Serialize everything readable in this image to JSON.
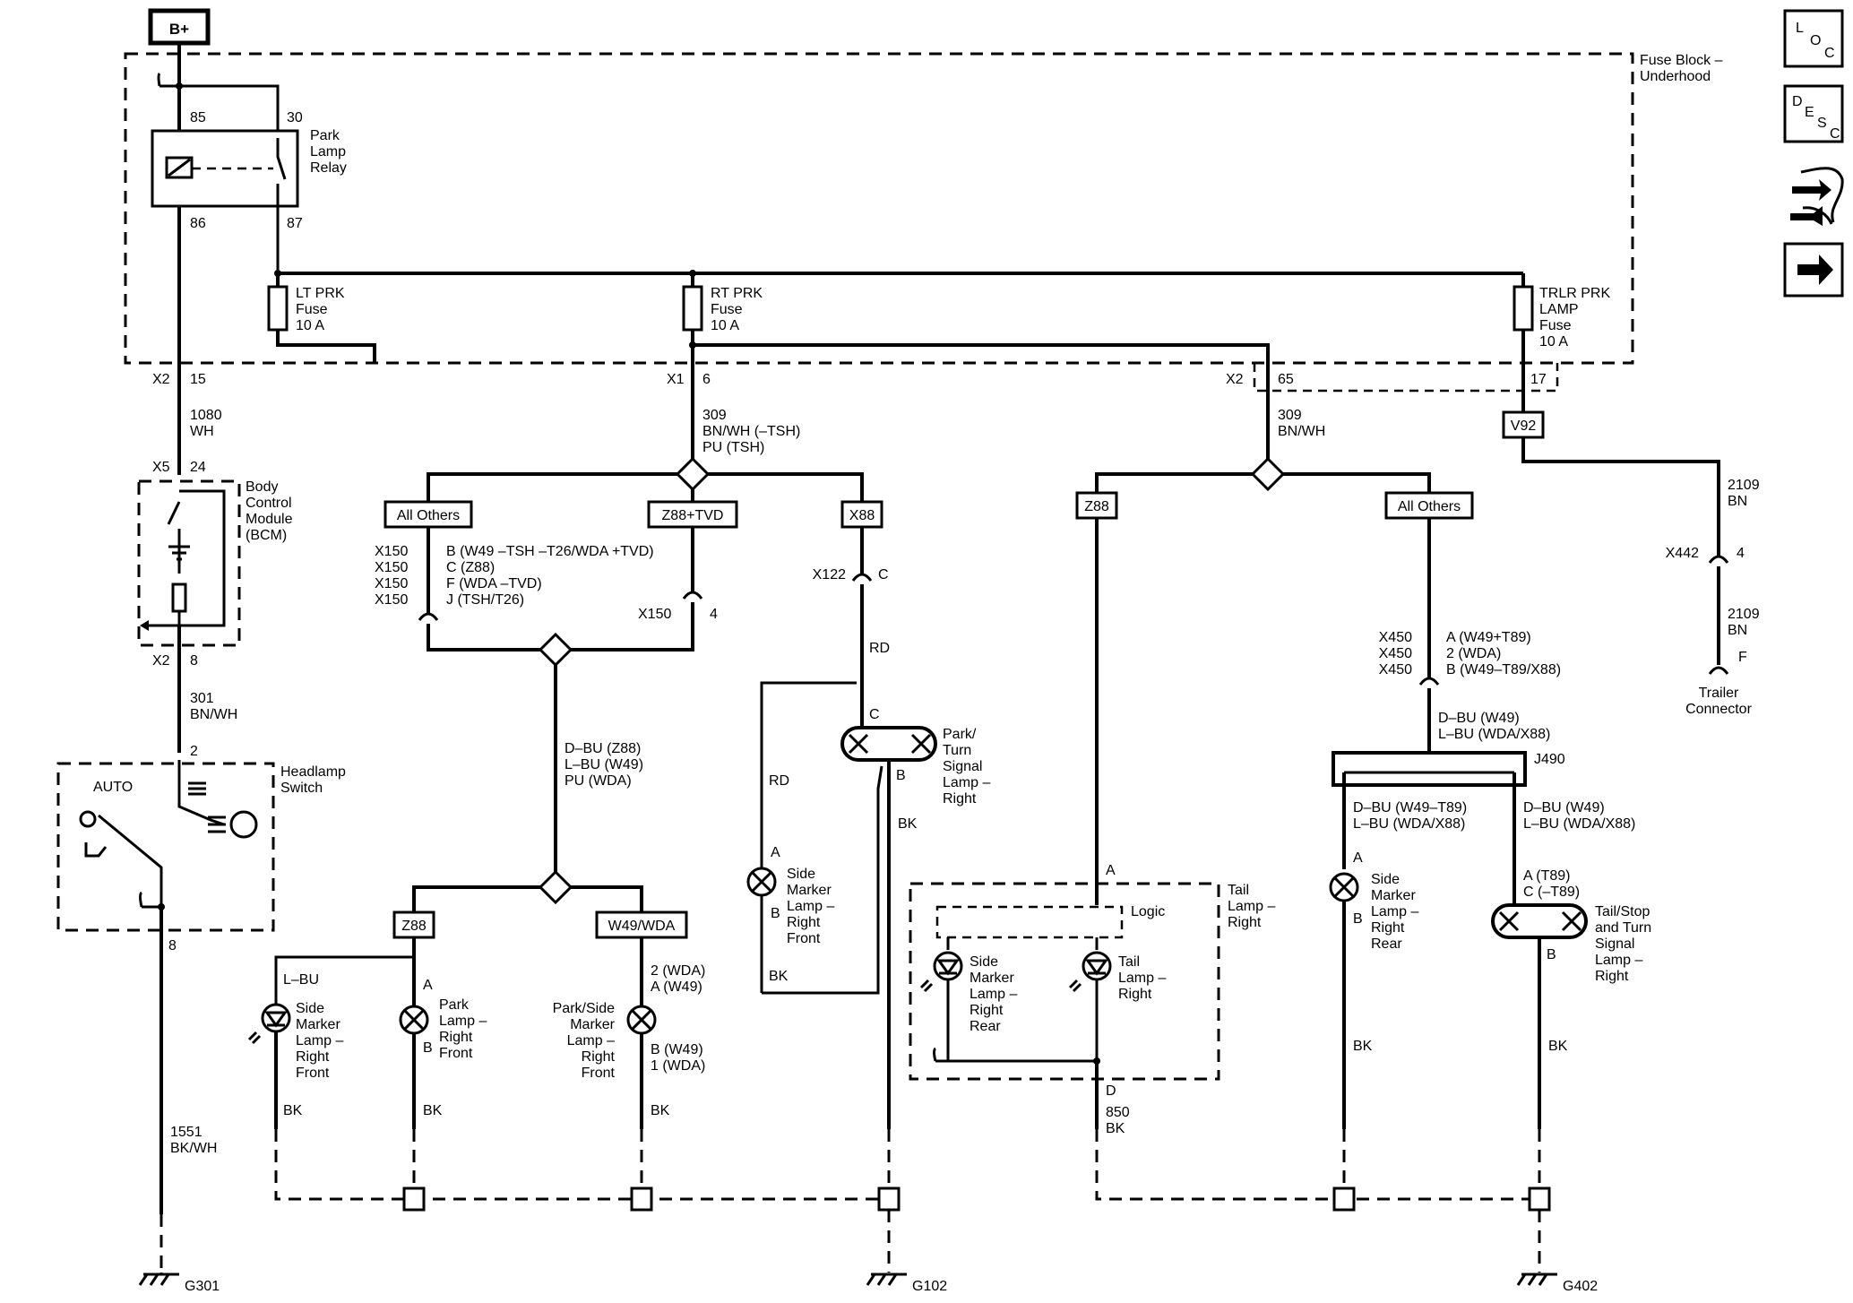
{
  "power": {
    "label": "B+"
  },
  "fuse_block": {
    "title": "Fuse Block –",
    "subtitle": "Underhood"
  },
  "relay": {
    "pin_85": "85",
    "pin_30": "30",
    "pin_86": "86",
    "pin_87": "87",
    "name_1": "Park",
    "name_2": "Lamp",
    "name_3": "Relay"
  },
  "fuses": [
    {
      "l1": "LT PRK",
      "l2": "Fuse",
      "l3": "10 A"
    },
    {
      "l1": "RT PRK",
      "l2": "Fuse",
      "l3": "10 A"
    },
    {
      "l1": "TRLR PRK",
      "l2": "LAMP",
      "l3": "Fuse",
      "l4": "10 A"
    }
  ],
  "connectors": {
    "x2_15": {
      "conn": "X2",
      "pin": "15"
    },
    "x1_6": {
      "conn": "X1",
      "pin": "6"
    },
    "x2_65": {
      "conn": "X2",
      "pin": "65"
    },
    "pin_17": "17",
    "x5_24": {
      "conn": "X5",
      "pin": "24"
    },
    "x2_8": {
      "conn": "X2",
      "pin": "8"
    },
    "x150_4": {
      "conn": "X150",
      "pin": "4"
    },
    "x122_c": {
      "conn": "X122",
      "pin": "C"
    },
    "x442_4": {
      "conn": "X442",
      "pin": "4"
    },
    "x150_list": [
      "X150",
      "X150",
      "X150",
      "X150"
    ],
    "x150_pins": [
      "B (W49 –TSH –T26/WDA +TVD)",
      "C (Z88)",
      "F (WDA –TVD)",
      "J (TSH/T26)"
    ],
    "x450_list": [
      "X450",
      "X450",
      "X450"
    ],
    "x450_pins": [
      "A (W49+T89)",
      "2 (WDA)",
      "B (W49–T89/X88)"
    ]
  },
  "circuits": {
    "c1080": {
      "num": "1080",
      "color": "WH"
    },
    "c309a": {
      "num": "309",
      "color1": "BN/WH (–TSH)",
      "color2": "PU (TSH)"
    },
    "c309b": {
      "num": "309",
      "color": "BN/WH"
    },
    "c301": {
      "num": "301",
      "color": "BN/WH"
    },
    "c2109a": {
      "num": "2109",
      "color": "BN"
    },
    "c2109b": {
      "num": "2109",
      "color": "BN"
    },
    "c1551": {
      "num": "1551",
      "color": "BK/WH"
    },
    "c850": {
      "num": "850",
      "color": "BK"
    }
  },
  "options": {
    "all_others_left": "All Others",
    "z88_tvd": "Z88+TVD",
    "x88": "X88",
    "z88_mid": "Z88",
    "all_others_right": "All Others",
    "v92": "V92",
    "z88_low": "Z88",
    "w49_wda": "W49/WDA"
  },
  "bcm": {
    "l1": "Body",
    "l2": "Control",
    "l3": "Module",
    "l4": "(BCM)"
  },
  "headlamp_switch": {
    "l1": "Headlamp",
    "l2": "Switch",
    "auto": "AUTO",
    "pin_2": "2",
    "pin_8": "8"
  },
  "wires": {
    "dbu_left_1": "D–BU (Z88)",
    "dbu_left_2": "L–BU (W49)",
    "dbu_left_3": "PU (WDA)",
    "rd_1": "RD",
    "rd_2": "RD",
    "bk_park_turn": "BK",
    "bk_side_front": "BK",
    "lbu": "L–BU",
    "bk_1": "BK",
    "bk_2": "BK",
    "bk_3": "BK",
    "bk_4": "BK",
    "bk_5": "BK",
    "dbu_right_1": "D–BU (W49)",
    "dbu_right_2": "L–BU (WDA/X88)",
    "dbu_rl_1": "D–BU (W49–T89)",
    "dbu_rl_2": "L–BU (WDA/X88)",
    "dbu_rr_1": "D–BU (W49)",
    "dbu_rr_2": "L–BU (WDA/X88)",
    "j490": "J490",
    "logic": "Logic"
  },
  "lamps": {
    "park_turn": {
      "pin_c": "C",
      "pin_b": "B",
      "l1": "Park/",
      "l2": "Turn",
      "l3": "Signal",
      "l4": "Lamp –",
      "l5": "Right"
    },
    "side_marker_front_a": {
      "pin_a": "A",
      "pin_b": "B",
      "l1": "Side",
      "l2": "Marker",
      "l3": "Lamp –",
      "l4": "Right",
      "l5": "Front"
    },
    "side_marker_front_led": {
      "l1": "Side",
      "l2": "Marker",
      "l3": "Lamp –",
      "l4": "Right",
      "l5": "Front"
    },
    "park_lamp_front": {
      "pin_a": "A",
      "pin_b": "B",
      "l1": "Park",
      "l2": "Lamp –",
      "l3": "Right",
      "l4": "Front"
    },
    "park_side_front": {
      "pin_top1": "2 (WDA)",
      "pin_top2": "A (W49)",
      "pin_bot1": "B (W49)",
      "pin_bot2": "1 (WDA)",
      "l1": "Park/Side",
      "l2": "Marker",
      "l3": "Lamp –",
      "l4": "Right",
      "l5": "Front"
    },
    "tail_lamp": {
      "pin_a": "A",
      "pin_d": "D",
      "l1": "Tail",
      "l2": "Lamp –",
      "l3": "Right"
    },
    "tail_sm_rear": {
      "l1": "Side",
      "l2": "Marker",
      "l3": "Lamp –",
      "l4": "Right",
      "l5": "Rear"
    },
    "tail_inner": {
      "l1": "Tail",
      "l2": "Lamp –",
      "l3": "Right"
    },
    "side_marker_rear": {
      "pin_a": "A",
      "pin_b": "B",
      "l1": "Side",
      "l2": "Marker",
      "l3": "Lamp –",
      "l4": "Right",
      "l5": "Rear"
    },
    "tail_stop": {
      "pin_a": "A (T89)",
      "pin_c": "C (–T89)",
      "pin_b": "B",
      "l1": "Tail/Stop",
      "l2": "and Turn",
      "l3": "Signal",
      "l4": "Lamp –",
      "l5": "Right"
    }
  },
  "trailer": {
    "pin_f": "F",
    "l1": "Trailer",
    "l2": "Connector"
  },
  "grounds": [
    "G301",
    "G102",
    "G402"
  ],
  "nav_buttons": {
    "loc": {
      "l": "L",
      "o": "O",
      "c": "C"
    },
    "desc": {
      "d": "D",
      "e": "E",
      "s": "S",
      "c": "C"
    }
  },
  "icons": [
    "loc-button-icon",
    "desc-button-icon",
    "connector-tools-icon",
    "next-arrow-icon"
  ]
}
